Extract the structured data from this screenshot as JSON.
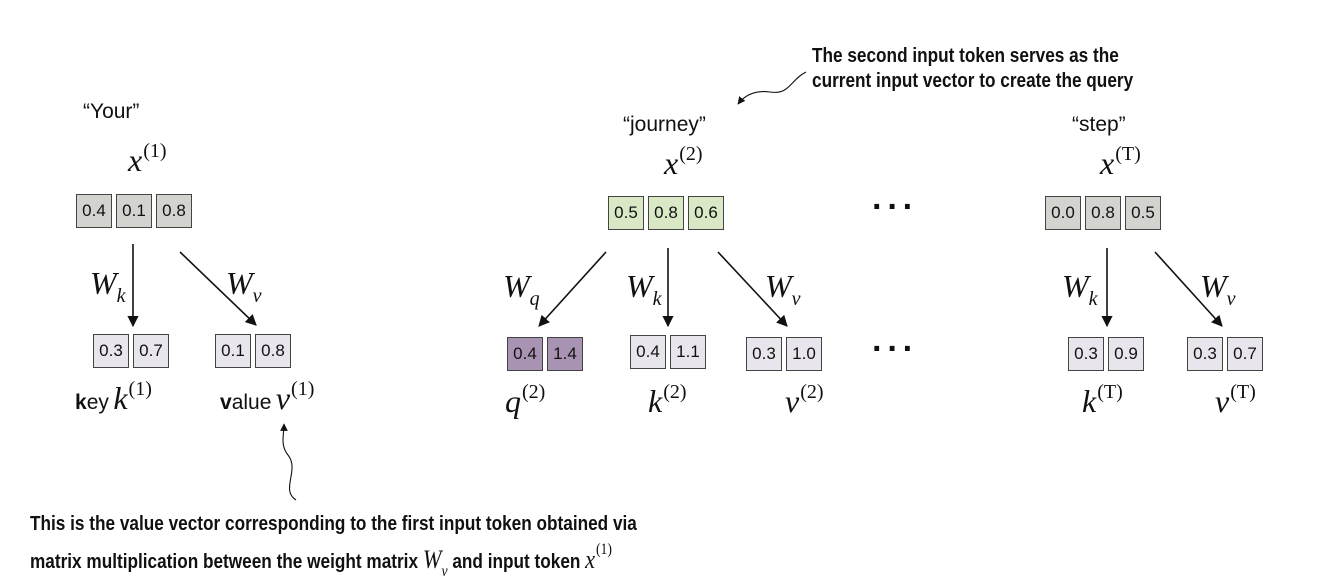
{
  "tokens": [
    {
      "word": "“Your”",
      "input_label": "x",
      "input_sup": "(1)",
      "input_values": [
        "0.4",
        "0.1",
        "0.8"
      ],
      "input_color": "#d3d3cf",
      "key_values": [
        "0.3",
        "0.7"
      ],
      "value_values": [
        "0.1",
        "0.8"
      ],
      "key_prefix_bold": "k",
      "key_prefix_rest": "ey",
      "key_label": "k",
      "key_sup": "(1)",
      "value_prefix_bold": "v",
      "value_prefix_rest": "alue",
      "value_label": "v",
      "value_sup": "(1)",
      "wk": "W",
      "wk_sub": "k",
      "wv": "W",
      "wv_sub": "v"
    },
    {
      "word": "“journey”",
      "input_label": "x",
      "input_sup": "(2)",
      "input_values": [
        "0.5",
        "0.8",
        "0.6"
      ],
      "input_color": "#d9e8c5",
      "query_values": [
        "0.4",
        "1.4"
      ],
      "key_values": [
        "0.4",
        "1.1"
      ],
      "value_values": [
        "0.3",
        "1.0"
      ],
      "query_label": "q",
      "query_sup": "(2)",
      "key_label": "k",
      "key_sup": "(2)",
      "value_label": "v",
      "value_sup": "(2)",
      "wq": "W",
      "wq_sub": "q",
      "wk": "W",
      "wk_sub": "k",
      "wv": "W",
      "wv_sub": "v"
    },
    {
      "word": "“step”",
      "input_label": "x",
      "input_sup": "(T)",
      "input_values": [
        "0.0",
        "0.8",
        "0.5"
      ],
      "input_color": "#d3d3cf",
      "key_values": [
        "0.3",
        "0.9"
      ],
      "value_values": [
        "0.3",
        "0.7"
      ],
      "key_label": "k",
      "key_sup": "(T)",
      "value_label": "v",
      "value_sup": "(T)",
      "wk": "W",
      "wk_sub": "k",
      "wv": "W",
      "wv_sub": "v"
    }
  ],
  "ellipsis": "···",
  "annotations": {
    "top_line1": "The second input token serves as the",
    "top_line2": "current input vector to create the query",
    "bottom_line1": "This is the value vector corresponding to the first input token obtained via",
    "bottom_line2_a": "matrix multiplication between the weight matrix",
    "bottom_w": "W",
    "bottom_w_sub": "v",
    "bottom_line2_b": "and input token",
    "bottom_x": "x",
    "bottom_x_sup": "(1)"
  },
  "colors": {
    "query": "#a993b3",
    "key_value": "#e9e5ec",
    "current_input": "#d9e8c5",
    "other_input": "#d3d3cf"
  }
}
